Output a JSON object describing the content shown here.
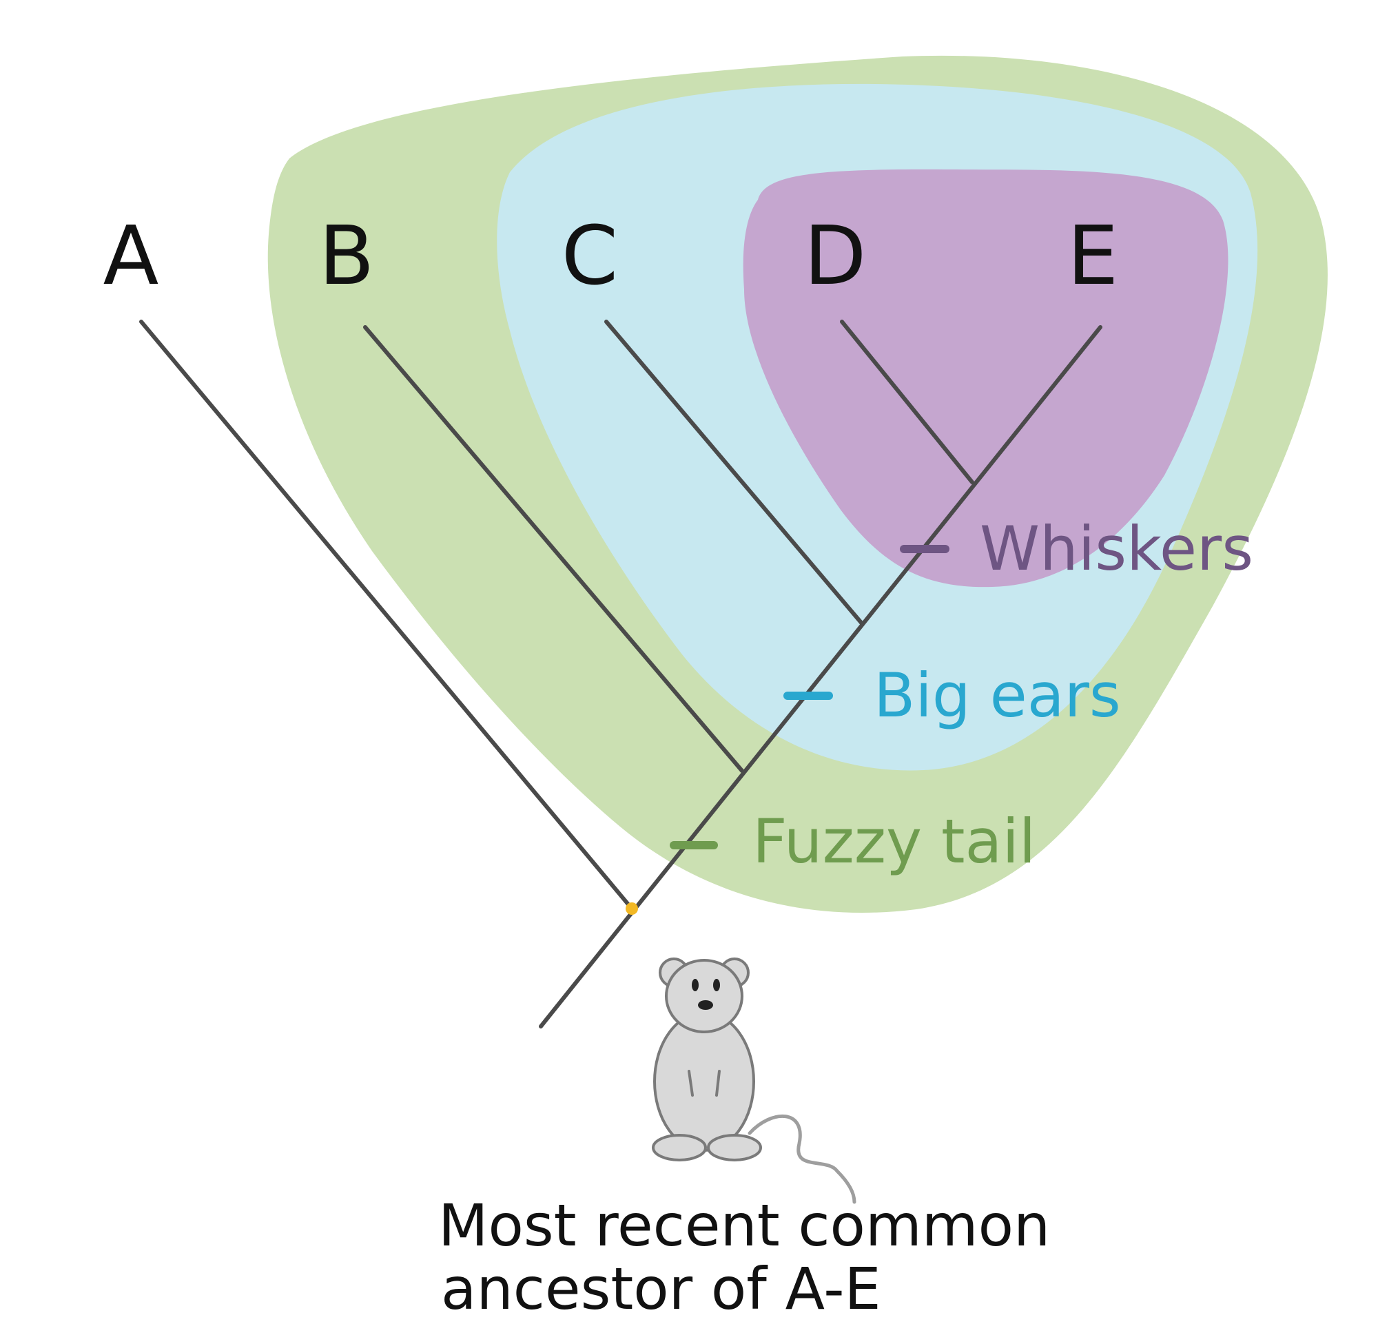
{
  "taxa": [
    "A",
    "B",
    "C",
    "D",
    "E"
  ],
  "traits": {
    "whiskers": "Whiskers",
    "big_ears": "Big ears",
    "fuzzy_tail": "Fuzzy tail"
  },
  "caption": {
    "line1": "Most recent common",
    "line2": "ancestor of A-E"
  },
  "colors": {
    "green_region": "#cbe0b2",
    "blue_region": "#c7e8f0",
    "purple_region": "#c5a6cf",
    "whiskers": "#6e5583",
    "big_ears": "#29a7cf",
    "fuzzy_tail": "#6f9c4f",
    "root_dot": "#f2b824",
    "mouse": "#d9d9d9"
  }
}
